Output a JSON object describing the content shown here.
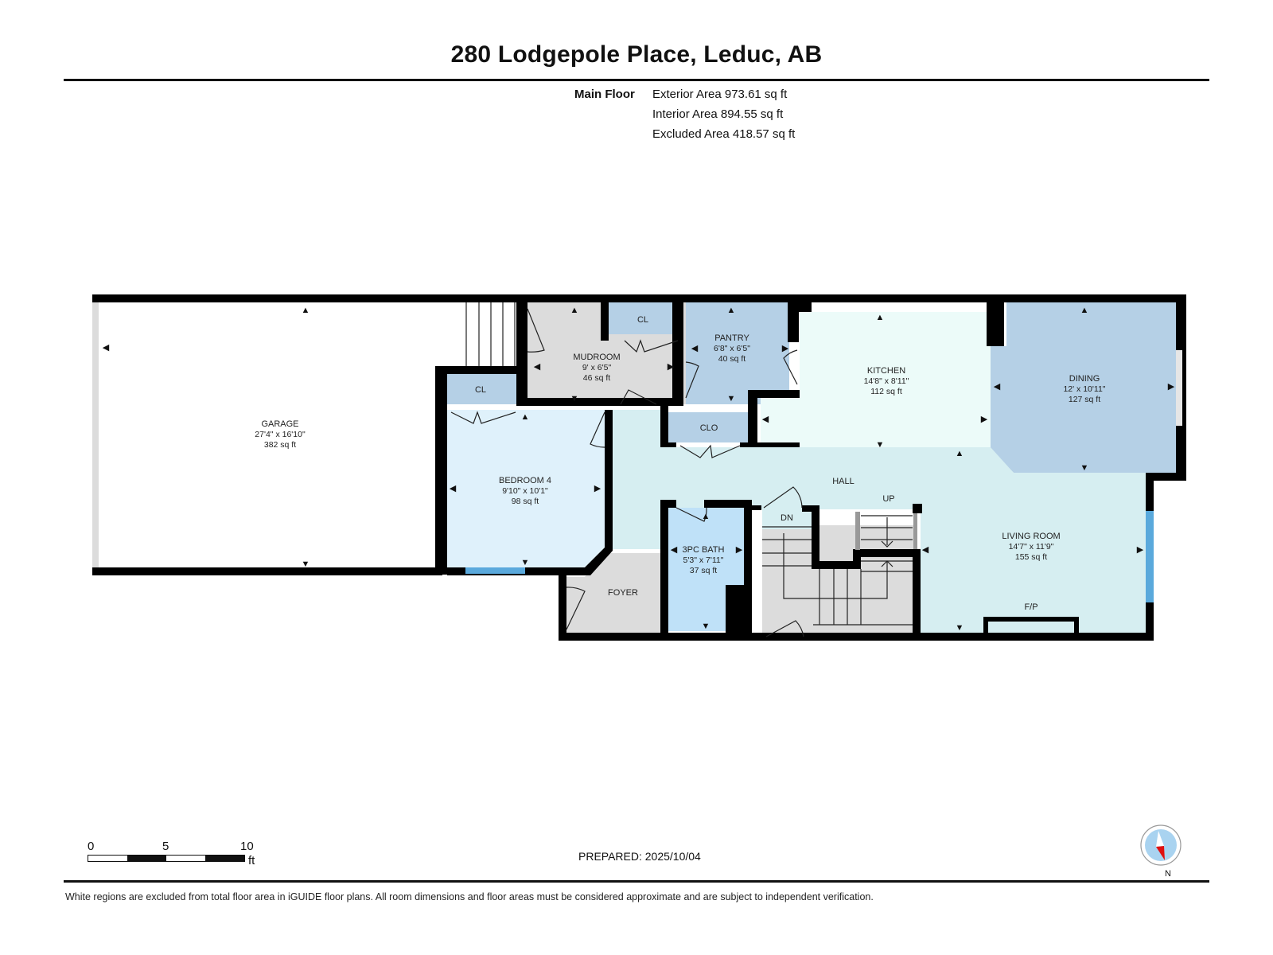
{
  "header": {
    "title": "280 Lodgepole Place, Leduc, AB"
  },
  "areas": {
    "floor": "Main Floor",
    "rows": [
      "Exterior Area 973.61 sq ft",
      "Interior Area 894.55 sq ft",
      "Excluded Area 418.57 sq ft"
    ]
  },
  "rooms": {
    "garage": {
      "name": "GARAGE",
      "dims": "27'4\" x 16'10\"",
      "area": "382 sq ft"
    },
    "mudroom": {
      "name": "MUDROOM",
      "dims": "9' x 6'5\"",
      "area": "46 sq ft"
    },
    "pantry": {
      "name": "PANTRY",
      "dims": "6'8\" x 6'5\"",
      "area": "40 sq ft"
    },
    "kitchen": {
      "name": "KITCHEN",
      "dims": "14'8\" x 8'11\"",
      "area": "112 sq ft"
    },
    "dining": {
      "name": "DINING",
      "dims": "12' x 10'11\"",
      "area": "127 sq ft"
    },
    "bedroom4": {
      "name": "BEDROOM 4",
      "dims": "9'10\" x 10'1\"",
      "area": "98 sq ft"
    },
    "bath": {
      "name": "3PC BATH",
      "dims": "5'3\" x 7'11\"",
      "area": "37 sq ft"
    },
    "living": {
      "name": "LIVING ROOM",
      "dims": "14'7\" x 11'9\"",
      "area": "155 sq ft"
    },
    "hall": {
      "name": "HALL"
    },
    "foyer": {
      "name": "FOYER"
    },
    "cl_mudroom": {
      "name": "CL"
    },
    "cl_bedroom": {
      "name": "CL"
    },
    "clo": {
      "name": "CLO"
    },
    "stairs_up": {
      "name": "UP"
    },
    "stairs_dn": {
      "name": "DN"
    },
    "fireplace": {
      "name": "F/P"
    }
  },
  "colors": {
    "wall": "#000000",
    "garage": "#ffffff",
    "mudroom": "#dcdcdc",
    "closet": "#b5d0e6",
    "kitchen": "#ecfbf9",
    "dining": "#b5d0e6",
    "bedroom": "#dff1fb",
    "hall": "#d6eef1",
    "bath": "#bfe1f8",
    "foyer": "#dcdcdc",
    "stairs": "#dcdcdc",
    "window": "#5aa9dc",
    "compass_bg": "#a9d3f0",
    "compass_needle": "#e01010"
  },
  "scale_bar": {
    "ticks": [
      "0",
      "5",
      "10"
    ],
    "unit": "ft"
  },
  "footer": {
    "prepared": "PREPARED: 2025/10/04",
    "disclaimer": "White regions are excluded from total floor area in iGUIDE floor plans. All room dimensions and floor areas must be considered approximate and are subject to independent verification.",
    "compass_label": "N"
  }
}
